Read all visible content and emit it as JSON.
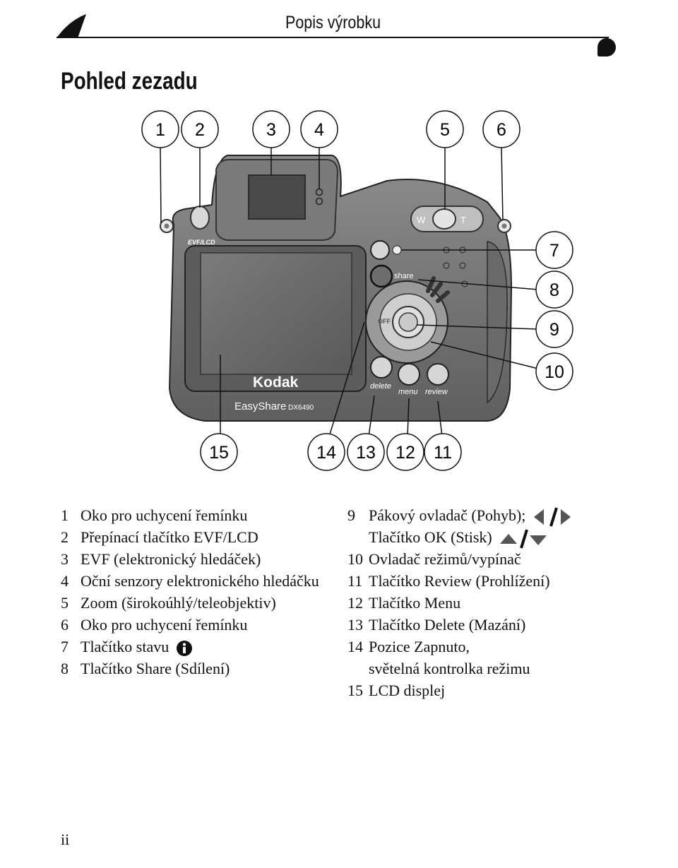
{
  "header": {
    "title": "Popis výrobku"
  },
  "page_heading": "Pohled zezadu",
  "figure": {
    "camera_text": {
      "brand": "Kodak",
      "model_name": "EasyShare",
      "model_code": "DX6490",
      "evf_lcd": "EVF/LCD",
      "share": "share",
      "delete": "delete",
      "menu": "menu",
      "review": "review",
      "off": "OFF",
      "zoom_w": "W",
      "zoom_t": "T"
    },
    "callouts": [
      "1",
      "2",
      "3",
      "4",
      "5",
      "6",
      "7",
      "8",
      "9",
      "10",
      "11",
      "12",
      "13",
      "14",
      "15"
    ]
  },
  "legend_left": [
    {
      "num": "1",
      "text": "Oko pro uchycení řemínku"
    },
    {
      "num": "2",
      "text": "Přepínací tlačítko EVF/LCD"
    },
    {
      "num": "3",
      "text": "EVF (elektronický hledáček)"
    },
    {
      "num": "4",
      "text": "Oční senzory elektronického hledáčku"
    },
    {
      "num": "5",
      "text": "Zoom (širokoúhlý/teleobjektiv)"
    },
    {
      "num": "6",
      "text": "Oko pro uchycení řemínku"
    },
    {
      "num": "7",
      "text": "Tlačítko stavu"
    },
    {
      "num": "8",
      "text": "Tlačítko Share (Sdílení)"
    }
  ],
  "legend_right": [
    {
      "num": "9",
      "text": "Pákový ovladač (Pohyb);"
    },
    {
      "num": "",
      "text": "Tlačítko OK (Stisk)"
    },
    {
      "num": "10",
      "text": "Ovladač režimů/vypínač"
    },
    {
      "num": "11",
      "text": "Tlačítko Review (Prohlížení)"
    },
    {
      "num": "12",
      "text": "Tlačítko Menu"
    },
    {
      "num": "13",
      "text": "Tlačítko Delete (Mazání)"
    },
    {
      "num": "14",
      "text": "Pozice Zapnuto,"
    },
    {
      "num": "",
      "text": "světelná kontrolka režimu"
    },
    {
      "num": "15",
      "text": "LCD displej"
    }
  ],
  "page_number": "ii"
}
